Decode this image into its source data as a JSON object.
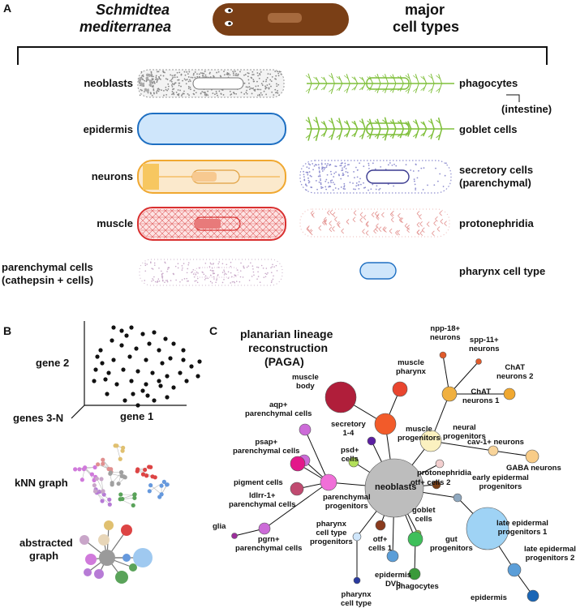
{
  "panels": {
    "a": "A",
    "b": "B",
    "c": "C"
  },
  "header": {
    "species_line1": "Schmidtea",
    "species_line2": "mediterranea",
    "types_line1": "major",
    "types_line2": "cell types"
  },
  "left_types": [
    "neoblasts",
    "epidermis",
    "neurons",
    "muscle",
    "parenchymal cells",
    "(cathepsin + cells)"
  ],
  "right_types": [
    "phagocytes",
    "(intestine)",
    "goblet cells",
    "secretory cells",
    "(parenchymal)",
    "protonephridia",
    "pharynx cell type"
  ],
  "panel_b": {
    "y_axis": "gene 2",
    "z_axis": "genes 3-N",
    "x_axis": "gene 1",
    "knn": "kNN graph",
    "abstracted_1": "abstracted",
    "abstracted_2": "graph"
  },
  "panel_c": {
    "title1": "planarian lineage",
    "title2": "reconstruction",
    "title3": "(PAGA)",
    "center": "neoblasts",
    "nodes": {
      "muscle_body": [
        "muscle",
        "body"
      ],
      "muscle_pharynx": [
        "muscle",
        "pharynx"
      ],
      "muscle_progenitors": [
        "muscle",
        "progenitors"
      ],
      "npp18": [
        "npp-18+",
        "neurons"
      ],
      "spp11": [
        "spp-11+",
        "neurons"
      ],
      "chat2": [
        "ChAT",
        "neurons 2"
      ],
      "chat1": [
        "ChAT",
        "neurons 1"
      ],
      "neural_prog": [
        "neural",
        "progenitors"
      ],
      "cav1": [
        "cav-1+ neurons"
      ],
      "gaba": [
        "GABA neurons"
      ],
      "aqp": [
        "aqp+",
        "parenchymal cells"
      ],
      "secretory": [
        "secretory",
        "1-4"
      ],
      "psap": [
        "psap+",
        "parenchymal cells"
      ],
      "psd": [
        "psd+",
        "cells"
      ],
      "protonephridia": [
        "protonephridia"
      ],
      "otf2": [
        "otf+ cells 2"
      ],
      "pigment": [
        "pigment cells"
      ],
      "ldlrr": [
        "ldlrr-1+",
        "parenchymal cells"
      ],
      "parenchymal_prog": [
        "parenchymal",
        "progenitors"
      ],
      "early_epi": [
        "early epidermal",
        "progenitors"
      ],
      "late_epi1": [
        "late epidermal",
        "progenitors 1"
      ],
      "late_epi2": [
        "late epidermal",
        "progenitors 2"
      ],
      "epidermis": [
        "epidermis"
      ],
      "glia": [
        "glia"
      ],
      "pgrn": [
        "pgrn+",
        "parenchymal cells"
      ],
      "pharynx_prog": [
        "pharynx",
        "cell type",
        "progenitors"
      ],
      "otf1": [
        "otf+",
        "cells 1"
      ],
      "goblet": [
        "goblet",
        "cells"
      ],
      "gut_prog": [
        "gut",
        "progenitors"
      ],
      "epi_dvb": [
        "epidermis",
        "DVb"
      ],
      "phagocytes": [
        "phagocytes"
      ],
      "pharynx_ct": [
        "pharynx",
        "cell type"
      ]
    }
  },
  "colors": {
    "worm_brown": "#7a3f16",
    "epidermis_blue": "#1e6fc2",
    "neuron_orange": "#f0a830",
    "muscle_red": "#d93030",
    "phago_green": "#7fbf3a",
    "secretory_purple": "#8f8fd0",
    "protoneph_pink": "#e59a98",
    "neoblast_grey": "#bdbdbd"
  }
}
